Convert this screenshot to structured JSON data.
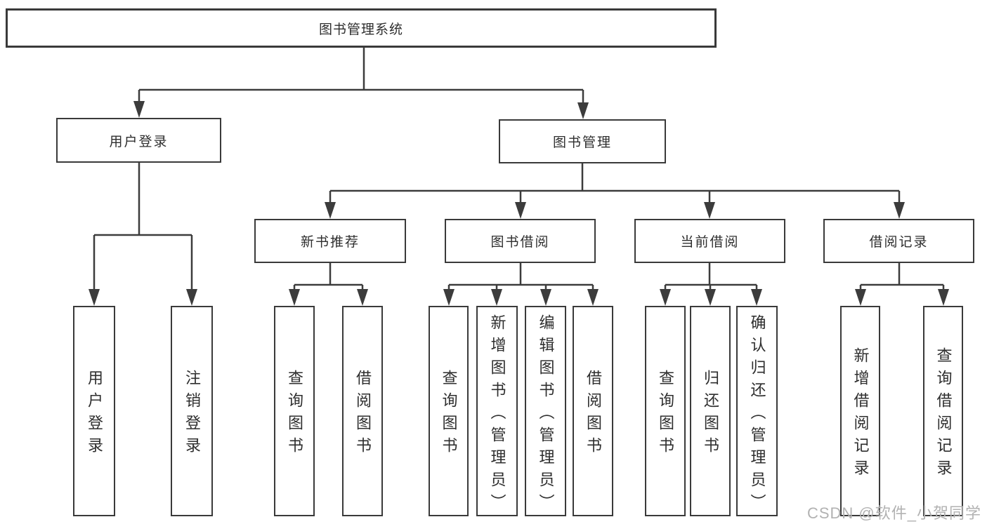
{
  "diagram": {
    "type": "hierarchy-tree",
    "root": {
      "label": "图书管理系统",
      "children": [
        {
          "label": "用户登录",
          "children": [
            {
              "label": "用户登录"
            },
            {
              "label": "注销登录"
            }
          ]
        },
        {
          "label": "图书管理",
          "children": [
            {
              "label": "新书推荐",
              "children": [
                {
                  "label": "查询图书"
                },
                {
                  "label": "借阅图书"
                }
              ]
            },
            {
              "label": "图书借阅",
              "children": [
                {
                  "label": "查询图书"
                },
                {
                  "label": "新增图书（管理员）"
                },
                {
                  "label": "编辑图书（管理员）"
                },
                {
                  "label": "借阅图书"
                }
              ]
            },
            {
              "label": "当前借阅",
              "children": [
                {
                  "label": "查询图书"
                },
                {
                  "label": "归还图书"
                },
                {
                  "label": "确认归还（管理员）"
                }
              ]
            },
            {
              "label": "借阅记录",
              "children": [
                {
                  "label": "新增借阅记录"
                },
                {
                  "label": "查询借阅记录"
                }
              ]
            }
          ]
        }
      ]
    },
    "colors": {
      "line": "#3c3c3c",
      "box_border": "#3a3a3a",
      "text": "#2e2e2e",
      "background": "#ffffff",
      "watermark": "#b2b2b2"
    },
    "watermark": {
      "text": "CSDN @软件_小贺同学"
    }
  }
}
